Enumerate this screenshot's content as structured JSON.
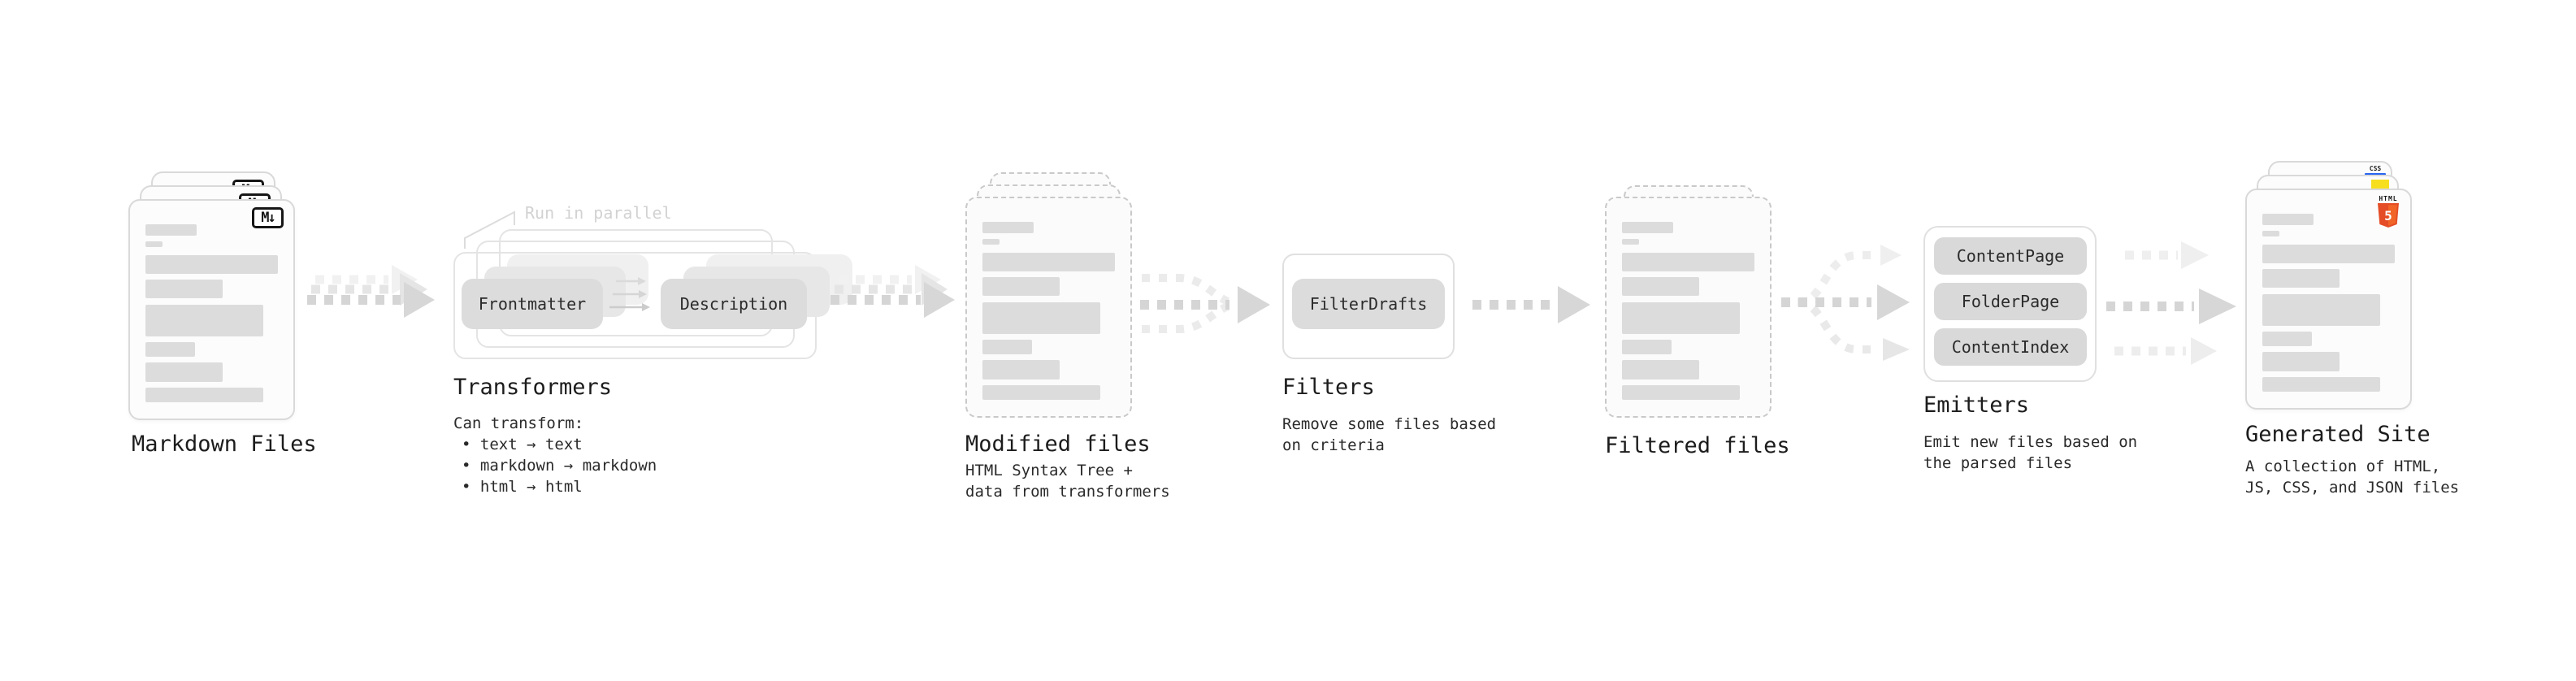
{
  "stages": [
    {
      "id": "markdown-files",
      "label": "Markdown Files",
      "badge_text": "M↓"
    },
    {
      "id": "transformers",
      "label": "Transformers",
      "annotation": "Run in parallel",
      "boxes": [
        "Frontmatter",
        "Description"
      ],
      "note": "Can transform:",
      "bullets": [
        "• text → text",
        "• markdown → markdown",
        "• html → html"
      ]
    },
    {
      "id": "modified-files",
      "label": "Modified files",
      "note_lines": [
        "HTML Syntax Tree +",
        "data from transformers"
      ]
    },
    {
      "id": "filters",
      "label": "Filters",
      "boxes": [
        "FilterDrafts"
      ],
      "note_lines": [
        "Remove some files based",
        "on criteria"
      ]
    },
    {
      "id": "filtered-files",
      "label": "Filtered files"
    },
    {
      "id": "emitters",
      "label": "Emitters",
      "boxes": [
        "ContentPage",
        "FolderPage",
        "ContentIndex"
      ],
      "note_lines": [
        "Emit new files based on",
        "the parsed files"
      ]
    },
    {
      "id": "generated-site",
      "label": "Generated Site",
      "note_lines": [
        "A collection of HTML,",
        "JS, CSS, and JSON files"
      ],
      "badges": {
        "css_text": "CSS",
        "html5_text": "HTML",
        "html5_number": "5"
      }
    }
  ],
  "colors": {
    "html5_orange": "#e44d26",
    "html5_orange_light": "#f16529",
    "js_yellow": "#f7df1e",
    "css_blue": "#2965f1",
    "arrow_dark": "#d5d5d5",
    "arrow_mid": "#e5e5e5",
    "arrow_light": "#f1f1f1"
  }
}
